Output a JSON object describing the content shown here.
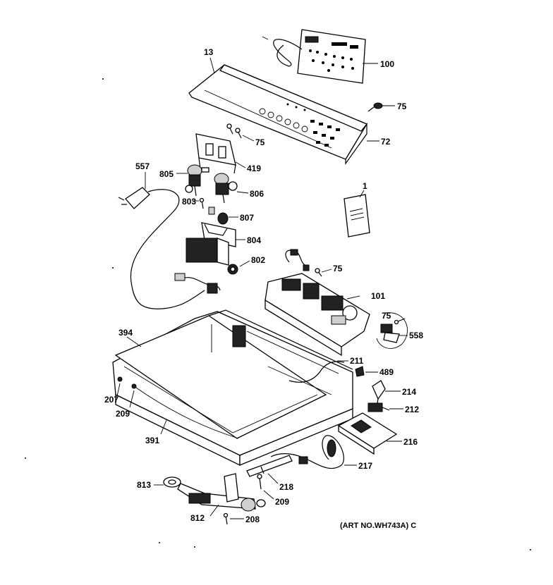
{
  "art_number": "(ART NO.WH743A) C",
  "labels": {
    "l100": "100",
    "l13": "13",
    "l75a": "75",
    "l72": "72",
    "l75b": "75",
    "l419": "419",
    "l557": "557",
    "l805": "805",
    "l806": "806",
    "l1": "1",
    "l803": "803",
    "l807": "807",
    "l804": "804",
    "l802": "802",
    "l75c": "75",
    "l101": "101",
    "l75d": "75",
    "l558": "558",
    "l394": "394",
    "l211": "211",
    "l489": "489",
    "l207": "207",
    "l214": "214",
    "l209a": "209",
    "l212": "212",
    "l391": "391",
    "l216": "216",
    "l217": "217",
    "l813": "813",
    "l218": "218",
    "l209b": "209",
    "l812": "812",
    "l208": "208"
  }
}
